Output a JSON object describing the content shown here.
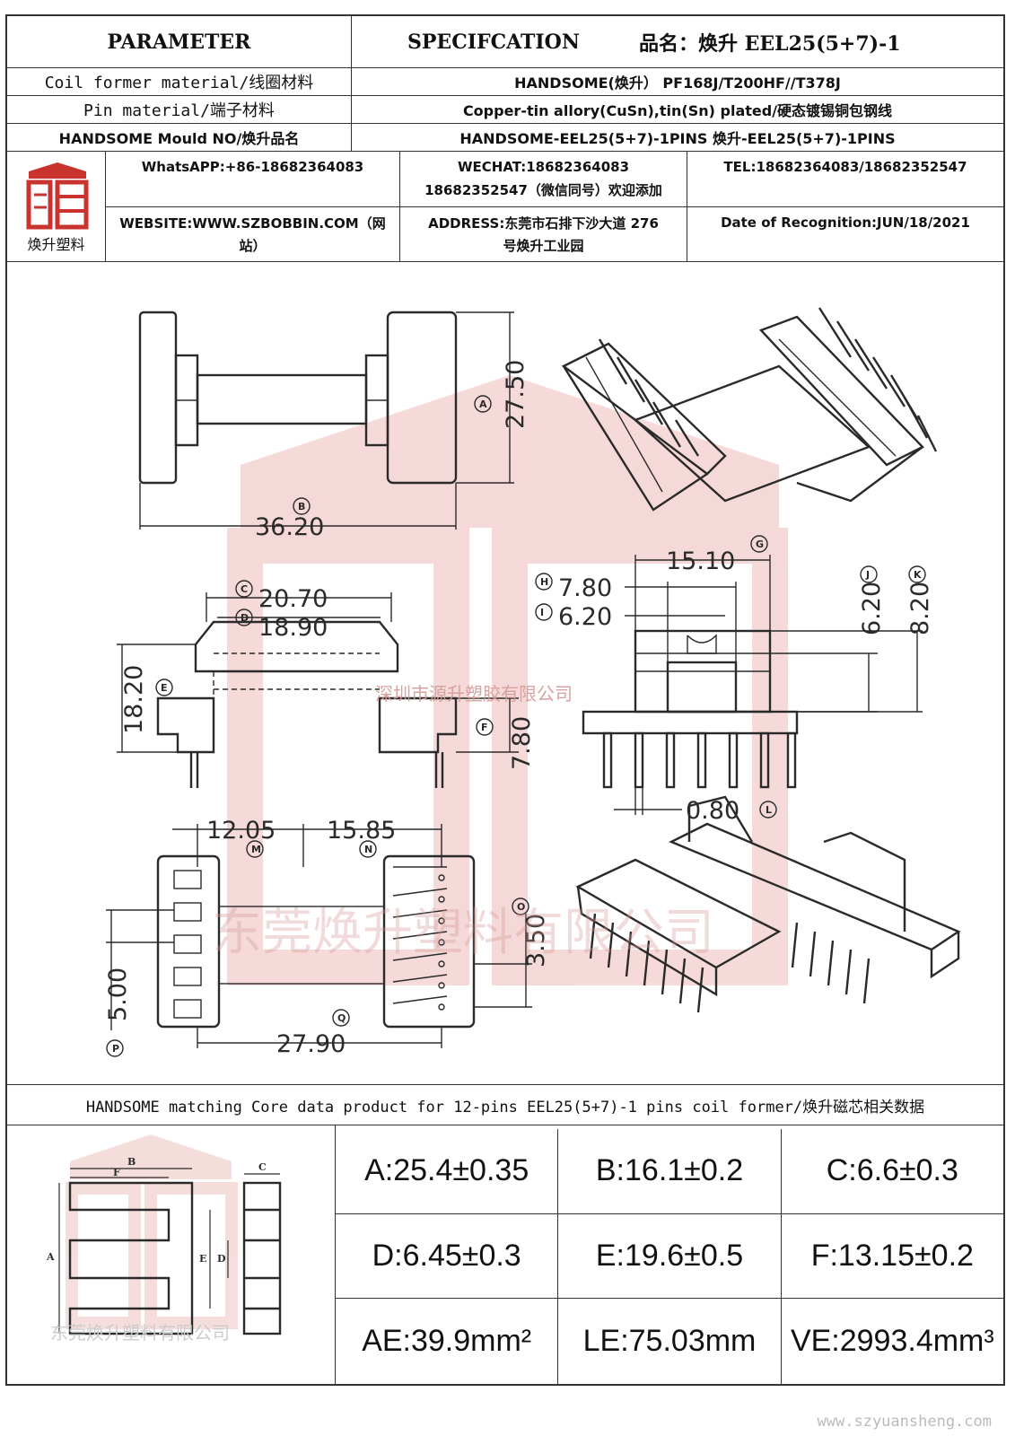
{
  "header": {
    "parameter": "PARAMETER",
    "specification": "SPECIFCATION",
    "product_name": "品名：焕升 EEL25(5+7)-1"
  },
  "rows": {
    "coil_label": "Coil former material/线圈材料",
    "coil_value": "HANDSOME(焕升）   PF168J/T200HF//T378J",
    "pin_label": "Pin material/端子材料",
    "pin_value": "Copper-tin allory(CuSn),tin(Sn) plated/硬态镀锡铜包钢线",
    "mould_label": "HANDSOME Mould NO/焕升品名",
    "mould_value": "HANDSOME-EEL25(5+7)-1PINS    焕升-EEL25(5+7)-1PINS"
  },
  "contact": {
    "logo_text": "焕升塑料",
    "whatsapp": "WhatsAPP:+86-18682364083",
    "wechat_line1": "WECHAT:18682364083",
    "wechat_line2": "18682352547（微信同号）欢迎添加",
    "tel": "TEL:18682364083/18682352547",
    "website_line1": "WEBSITE:WWW.SZBOBBIN.COM（网",
    "website_line2": "站）",
    "address_line1": "ADDRESS:东莞市石排下沙大道 276",
    "address_line2": "号焕升工业园",
    "date": "Date of Recognition:JUN/18/2021"
  },
  "drawing": {
    "dim_a": "27.50",
    "dim_b": "36.20",
    "dim_c": "20.70",
    "dim_d": "18.90",
    "dim_e": "18.20",
    "dim_f": "7.80",
    "dim_g": "15.10",
    "dim_h": "7.80",
    "dim_i": "6.20",
    "dim_j": "6.20",
    "dim_k": "8.20",
    "dim_l": "0.80",
    "dim_m": "12.05",
    "dim_n": "15.85",
    "dim_o": "3.50",
    "dim_p": "5.00",
    "dim_q": "27.90",
    "lbl_a": "A",
    "lbl_b": "B",
    "lbl_c": "C",
    "lbl_d": "D",
    "lbl_e": "E",
    "lbl_f": "F",
    "lbl_g": "G",
    "lbl_h": "H",
    "lbl_i": "I",
    "lbl_j": "J",
    "lbl_k": "K",
    "lbl_l": "L",
    "lbl_m": "M",
    "lbl_n": "N",
    "lbl_o": "O",
    "lbl_p": "P",
    "lbl_q": "Q",
    "watermark_small": "深圳市源升塑胶有限公司",
    "watermark_large": "东莞焕升塑料有限公司"
  },
  "core": {
    "title": "HANDSOME matching Core data  product for 12-pins EEL25(5+7)-1 pins coil former/焕升磁芯相关数据",
    "diagram_labels": {
      "a": "A",
      "b": "B",
      "c": "C",
      "d": "D",
      "e": "E",
      "f": "F"
    },
    "diagram_watermark": "东莞焕升塑料有限公司",
    "cells": [
      [
        "A:25.4±0.35",
        "B:16.1±0.2",
        "C:6.6±0.3"
      ],
      [
        "D:6.45±0.3",
        "E:19.6±0.5",
        "F:13.15±0.2"
      ],
      [
        "AE:39.9mm²",
        "LE:75.03mm",
        "VE:2993.4mm³"
      ]
    ]
  },
  "footer": {
    "url": "www.szyuansheng.com"
  },
  "colors": {
    "line": "#333333",
    "drawing": "#2a2a2a",
    "logo_red": "#c8322f",
    "watermark": "#e9a9a6"
  }
}
